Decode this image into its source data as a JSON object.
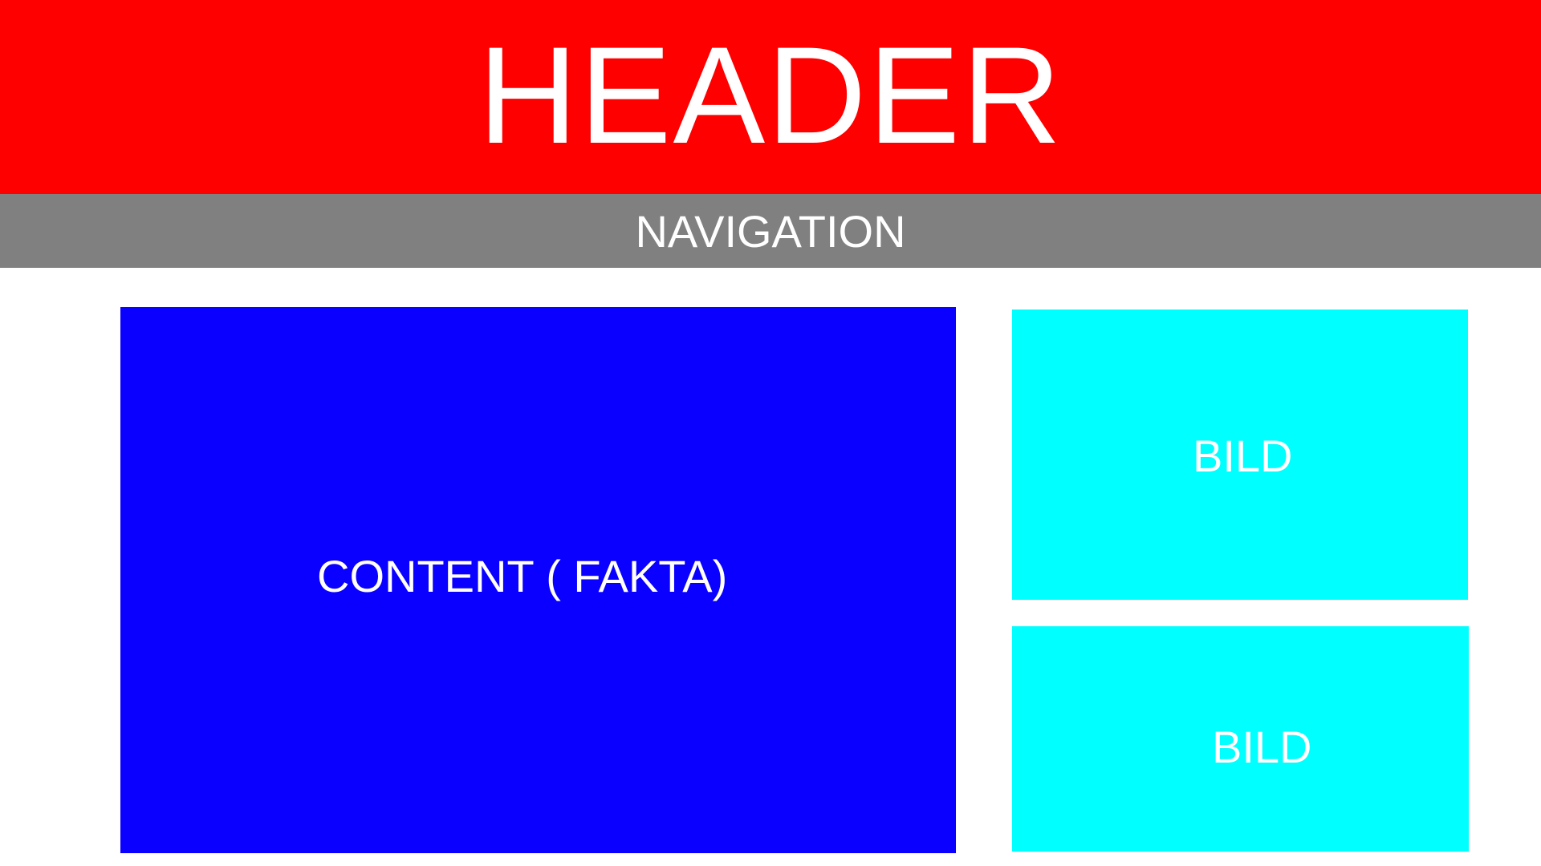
{
  "header": {
    "title": "HEADER",
    "color": "#FF0000"
  },
  "navigation": {
    "label": "NAVIGATION",
    "color": "#808080"
  },
  "content": {
    "label": "CONTENT ( FAKTA)",
    "color": "#0A00FF"
  },
  "images": [
    {
      "label": "BILD",
      "color": "#00FFFF"
    },
    {
      "label": "BILD",
      "color": "#00FFFF"
    }
  ]
}
